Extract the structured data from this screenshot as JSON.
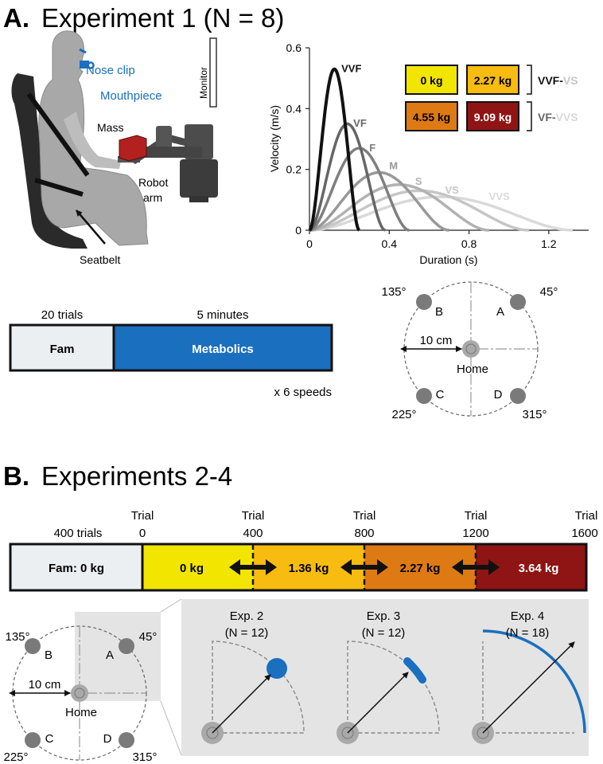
{
  "colors": {
    "blue": "#1a6fbf",
    "yellow": "#f2e500",
    "gold": "#f8bb10",
    "orange": "#de7a13",
    "darkred": "#8f1414",
    "target": "#7a7a7a",
    "home": "#a9a9a9",
    "panel": "#e4e4e4",
    "fam": "#eceff2"
  },
  "panelA": {
    "letter": "A.",
    "title": "Experiment 1 (N = 8)",
    "setup": {
      "nose_clip": "Nose clip",
      "mouthpiece": "Mouthpiece",
      "monitor": "Monitor",
      "mass": "Mass",
      "robot_arm_1": "Robot",
      "robot_arm_2": "arm",
      "seatbelt": "Seatbelt"
    },
    "protocol": {
      "fam_trials": "20 trials",
      "metab_duration": "5 minutes",
      "fam_label": "Fam",
      "metab_label": "Metabolics",
      "repeat": "x 6 speeds"
    },
    "masses": {
      "m0": "0 kg",
      "m1": "2.27 kg",
      "m2": "4.55 kg",
      "m3": "9.09 kg",
      "group1_a": "VVF-",
      "group1_b": "VS",
      "group2_a": "VF-",
      "group2_b": "VVS"
    },
    "targets": {
      "angle_a": "45°",
      "angle_b": "135°",
      "angle_c": "225°",
      "angle_d": "315°",
      "label_a": "A",
      "label_b": "B",
      "label_c": "C",
      "label_d": "D",
      "radius": "10 cm",
      "home": "Home"
    }
  },
  "chart_data": {
    "type": "line",
    "xlabel": "Duration (s)",
    "ylabel": "Velocity (m/s)",
    "xlim": [
      0,
      1.4
    ],
    "ylim": [
      0,
      0.6
    ],
    "xticks": [
      "0",
      "0.4",
      "0.8",
      "1.2"
    ],
    "yticks": [
      "0",
      "0.2",
      "0.4",
      "0.6"
    ],
    "series": [
      {
        "name": "VVF",
        "duration": 0.25,
        "peak": 0.53,
        "color": "#111111"
      },
      {
        "name": "VF",
        "duration": 0.38,
        "peak": 0.35,
        "color": "#666666"
      },
      {
        "name": "F",
        "duration": 0.5,
        "peak": 0.27,
        "color": "#7f7f7f"
      },
      {
        "name": "M",
        "duration": 0.7,
        "peak": 0.19,
        "color": "#999999"
      },
      {
        "name": "S",
        "duration": 0.9,
        "peak": 0.15,
        "color": "#b2b2b2"
      },
      {
        "name": "VS",
        "duration": 1.1,
        "peak": 0.13,
        "color": "#c6c6c6"
      },
      {
        "name": "VVS",
        "duration": 1.32,
        "peak": 0.11,
        "color": "#d9d9d9"
      }
    ]
  },
  "panelB": {
    "letter": "B.",
    "title": "Experiments 2-4",
    "timeline": {
      "trial_word": "Trial",
      "t0": "0",
      "t400": "400",
      "t800": "800",
      "t1200": "1200",
      "t1600": "1600",
      "fam_trials": "400 trials",
      "fam": "Fam: 0 kg",
      "b1": "0 kg",
      "b2": "1.36 kg",
      "b3": "2.27 kg",
      "b4": "3.64 kg"
    },
    "targets": {
      "angle_a": "45°",
      "angle_b": "135°",
      "angle_c": "225°",
      "angle_d": "315°",
      "label_a": "A",
      "label_b": "B",
      "label_c": "C",
      "label_d": "D",
      "radius": "10 cm",
      "home": "Home"
    },
    "experiments": {
      "e2": "Exp. 2",
      "e2n": "(N = 12)",
      "e3": "Exp. 3",
      "e3n": "(N = 12)",
      "e4": "Exp. 4",
      "e4n": "(N = 18)"
    }
  }
}
